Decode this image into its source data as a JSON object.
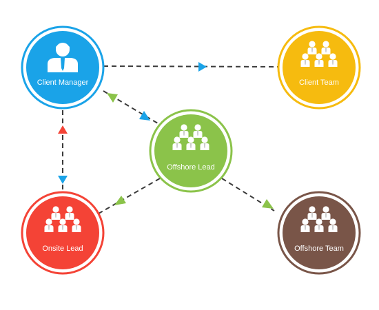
{
  "nodes": {
    "client_manager": {
      "label": "Client Manager",
      "color": "#1aa3e8",
      "icon": "single-person-icon"
    },
    "client_team": {
      "label": "Client Team",
      "color": "#f6bb0f",
      "icon": "team-icon"
    },
    "offshore_lead": {
      "label": "Offshore Lead",
      "color": "#8bc34a",
      "icon": "team-icon"
    },
    "onsite_lead": {
      "label": "Onsite Lead",
      "color": "#f44336",
      "icon": "team-icon"
    },
    "offshore_team": {
      "label": "Offshore Team",
      "color": "#795548",
      "icon": "team-icon"
    }
  },
  "connections": [
    {
      "from": "client_manager",
      "to": "client_team",
      "arrow_color": "#1aa3e8"
    },
    {
      "from": "client_manager",
      "to": "offshore_lead",
      "arrow_color": "#1aa3e8",
      "reverse_arrow_color": "#8bc34a"
    },
    {
      "from": "client_manager",
      "to": "onsite_lead",
      "arrow_color": "#1aa3e8",
      "reverse_arrow_color": "#f44336"
    },
    {
      "from": "offshore_lead",
      "to": "onsite_lead",
      "arrow_color": "#8bc34a"
    },
    {
      "from": "offshore_lead",
      "to": "offshore_team",
      "arrow_color": "#8bc34a"
    }
  ]
}
